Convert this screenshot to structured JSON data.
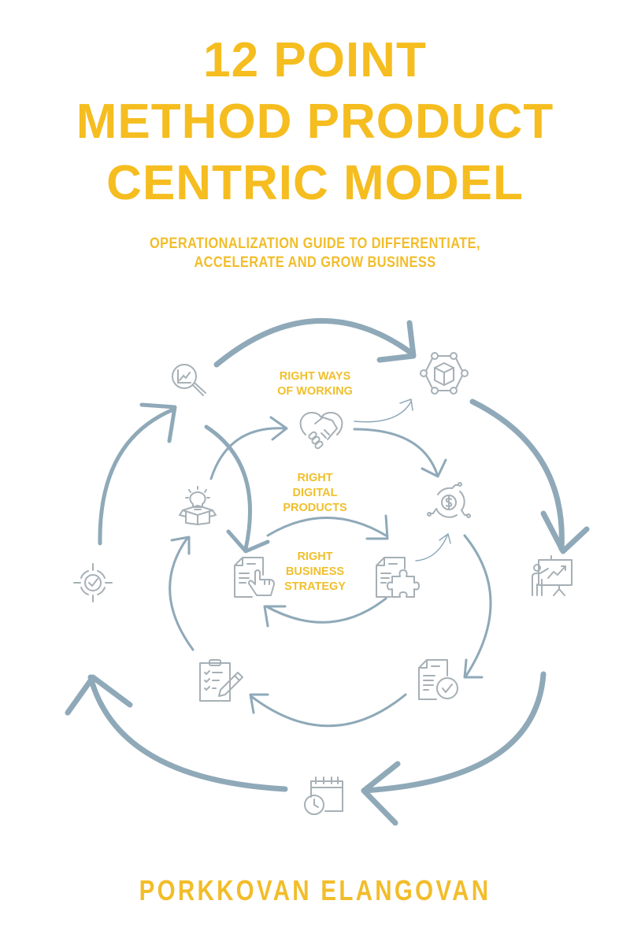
{
  "cover": {
    "title_lines": [
      "12 POINT",
      "METHOD PRODUCT",
      "CENTRIC MODEL"
    ],
    "subtitle_lines": [
      "OPERATIONALIZATION GUIDE TO DIFFERENTIATE,",
      "ACCELERATE AND GROW BUSINESS"
    ],
    "author": "PORKKOVAN ELANGOVAN"
  },
  "diagram": {
    "rings": [
      {
        "label_lines": [
          "RIGHT WAYS",
          "OF WORKING"
        ]
      },
      {
        "label_lines": [
          "RIGHT",
          "DIGITAL PRODUCTS"
        ]
      },
      {
        "label_lines": [
          "RIGHT",
          "BUSINESS",
          "STRATEGY"
        ]
      }
    ],
    "icons": [
      "magnifier-chart-icon",
      "network-box-icon",
      "presentation-icon",
      "calendar-clock-icon",
      "target-check-icon",
      "handshake-heart-icon",
      "lightbulb-box-icon",
      "dollar-cycle-icon",
      "checklist-pen-icon",
      "document-check-icon",
      "document-hand-icon",
      "document-puzzle-icon"
    ]
  },
  "colors": {
    "accent": "#f5bd1f",
    "arrow": "#8fa9b8",
    "icon": "#a6b0b6",
    "background": "#ffffff"
  }
}
